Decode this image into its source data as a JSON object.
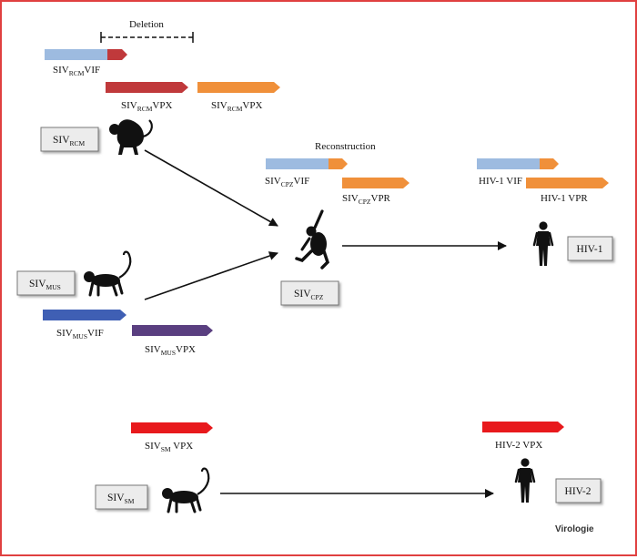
{
  "labels": {
    "deletion": "Deletion",
    "reconstruction": "Reconstruction",
    "rcm_vif": {
      "pre": "SIV",
      "sub": "RCM",
      "post": "VIF"
    },
    "rcm_vpx_a": {
      "pre": "SIV",
      "sub": "RCM",
      "post": "VPX"
    },
    "rcm_vpx_b": {
      "pre": "SIV",
      "sub": "RCM",
      "post": "VPX"
    },
    "cpz_vif": {
      "pre": "SIV",
      "sub": "CPZ",
      "post": "VIF"
    },
    "cpz_vpr": {
      "pre": "SIV",
      "sub": "CPZ",
      "post": "VPR"
    },
    "hiv1_vif": "HIV-1 VIF",
    "hiv1_vpr": "HIV-1 VPR",
    "mus_vif": {
      "pre": "SIV",
      "sub": "MUS",
      "post": "VIF"
    },
    "mus_vpx": {
      "pre": "SIV",
      "sub": "MUS",
      "post": "VPX"
    },
    "sm_vpx": {
      "pre": "SIV",
      "sub": "SM",
      "post": " VPX"
    },
    "hiv2_vpx": "HIV-2 VPX"
  },
  "boxes": {
    "rcm": {
      "pre": "SIV",
      "sub": "RCM"
    },
    "mus": {
      "pre": "SIV",
      "sub": "MUS"
    },
    "cpz": {
      "pre": "SIV",
      "sub": "CPZ"
    },
    "sm": {
      "pre": "SIV",
      "sub": "SM"
    },
    "hiv1": "HIV-1",
    "hiv2": "HIV-2"
  },
  "watermark": "Virologie",
  "colors": {
    "border": "#e04040",
    "vif_blue_light": "#9dbbe0",
    "vif_blue_dark": "#3f5fb4",
    "rcm_vif_tail": "#c0393b",
    "rcm_vpx_red": "#c0393b",
    "vpx_orange": "#f0903a",
    "vpr_orange": "#f0903a",
    "mus_vpx_purple": "#5a3f80",
    "sm_vpx_red": "#e8191c"
  }
}
